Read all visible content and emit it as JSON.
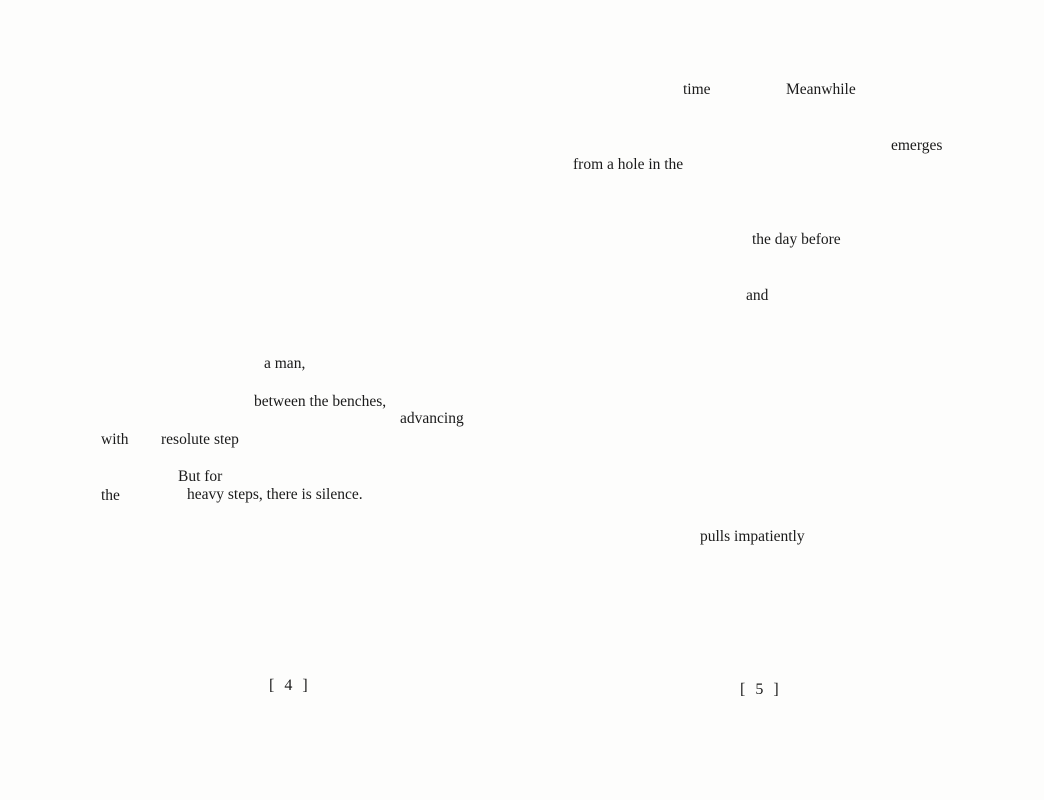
{
  "left_page": {
    "fragments": [
      "a man,",
      "between the benches,",
      "advancing",
      "with",
      "resolute step",
      "But for",
      "the",
      "heavy steps, there is silence."
    ],
    "page_number": "[ 4 ]"
  },
  "right_page": {
    "fragments": [
      "time",
      "Meanwhile",
      "emerges",
      "from a hole in the",
      "the day before",
      "and",
      "pulls impatiently"
    ],
    "page_number": "[ 5 ]"
  }
}
